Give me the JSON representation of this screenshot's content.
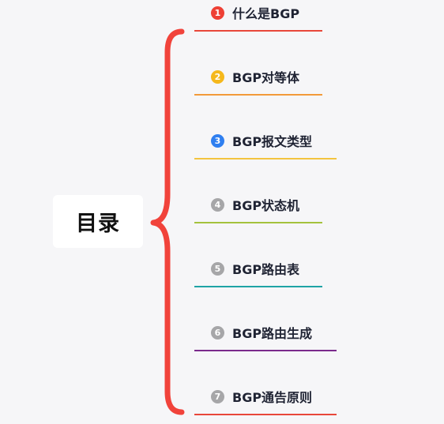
{
  "root": {
    "label": "目录"
  },
  "brace_color": "#f1433b",
  "items": [
    {
      "num": "1",
      "label": "什么是BGP",
      "badge_color": "#ee4035",
      "line_color": "#e8473a"
    },
    {
      "num": "2",
      "label": "BGP对等体",
      "badge_color": "#f5b81c",
      "line_color": "#f29a3a"
    },
    {
      "num": "3",
      "label": "BGP报文类型",
      "badge_color": "#2f7ff0",
      "line_color": "#f3c43f"
    },
    {
      "num": "4",
      "label": "BGP状态机",
      "badge_color": "#a6a6a8",
      "line_color": "#a4c23d"
    },
    {
      "num": "5",
      "label": "BGP路由表",
      "badge_color": "#a6a6a8",
      "line_color": "#1fa3a5"
    },
    {
      "num": "6",
      "label": "BGP路由生成",
      "badge_color": "#a6a6a8",
      "line_color": "#7b2a8c"
    },
    {
      "num": "7",
      "label": "BGP通告原则",
      "badge_color": "#a6a6a8",
      "line_color": "#e8473a"
    }
  ]
}
